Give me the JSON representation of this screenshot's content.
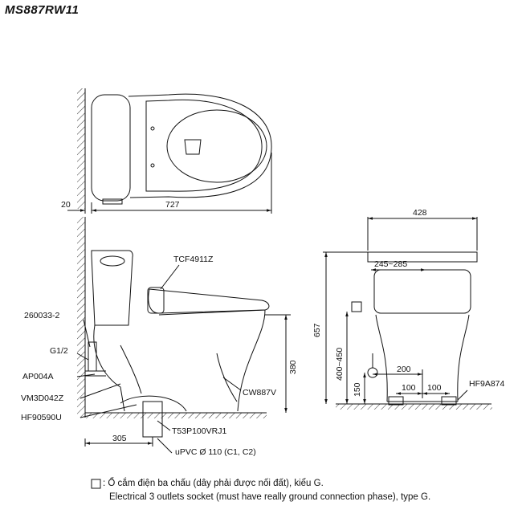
{
  "title": "MS887RW11",
  "dimensions": {
    "top_wall_gap": "20",
    "top_length": "727",
    "front_width": "428",
    "outlet_range": "245~285",
    "total_height": "657",
    "outlet_height": "400~450",
    "supply_height": "150",
    "seat_height": "380",
    "supply_offset": "200",
    "front_left": "100",
    "front_right": "100",
    "rough_in": "305"
  },
  "parts": {
    "seat": "TCF4911Z",
    "hose": "260033-2",
    "thread": "G1/2",
    "valve": "AP004A",
    "drain": "VM3D042Z",
    "flange": "HF90590U",
    "bowl": "CW887V",
    "trap": "T53P100VRJ1",
    "pipe": "uPVC Ø 110 (C1, C2)",
    "bolt": "HF9A874"
  },
  "legend": {
    "symbol_sep": ":",
    "line1": "Ổ cắm điện ba chấu (dây phải được nối đất), kiểu G.",
    "line2": "Electrical 3 outlets socket (must have really ground connection phase), type G."
  }
}
